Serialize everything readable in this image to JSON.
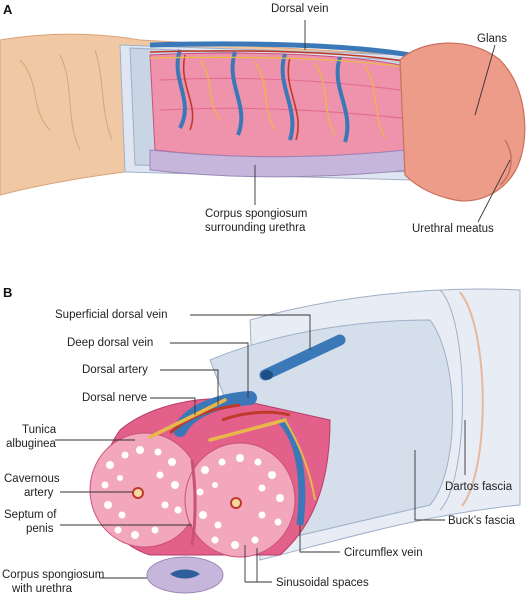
{
  "panel_a": {
    "letter": "A",
    "labels": {
      "dorsal_vein": "Dorsal vein",
      "glans": "Glans",
      "corpus_spongiosum_l1": "Corpus spongiosum",
      "corpus_spongiosum_l2": "surrounding urethra",
      "urethral_meatus": "Urethral meatus"
    }
  },
  "panel_b": {
    "letter": "B",
    "labels": {
      "superficial_dorsal_vein": "Superficial dorsal vein",
      "deep_dorsal_vein": "Deep dorsal vein",
      "dorsal_artery": "Dorsal artery",
      "dorsal_nerve": "Dorsal nerve",
      "tunica_l1": "Tunica",
      "tunica_l2": "albuginea",
      "cavernous_l1": "Cavernous",
      "cavernous_l2": "artery",
      "septum_l1": "Septum of",
      "septum_l2": "penis",
      "spongiosum_l1": "Corpus spongiosum",
      "spongiosum_l2": "with urethra",
      "dartos_fascia": "Dartos fascia",
      "bucks_fascia": "Buck’s fascia",
      "circumflex_vein": "Circumflex vein",
      "sinusoidal_spaces": "Sinusoidal spaces"
    }
  },
  "colors": {
    "skin": "#f0c9a4",
    "skin_dark": "#d9a27a",
    "glans": "#ec9c88",
    "tunica": "#e2608a",
    "erectile": "#f2a7bd",
    "sinus": "#ffffff",
    "vein": "#3b78b7",
    "artery": "#c0392b",
    "nerve": "#e8b84a",
    "fascia": "#c9d4e4",
    "spongiosum": "#c7b6dc"
  }
}
